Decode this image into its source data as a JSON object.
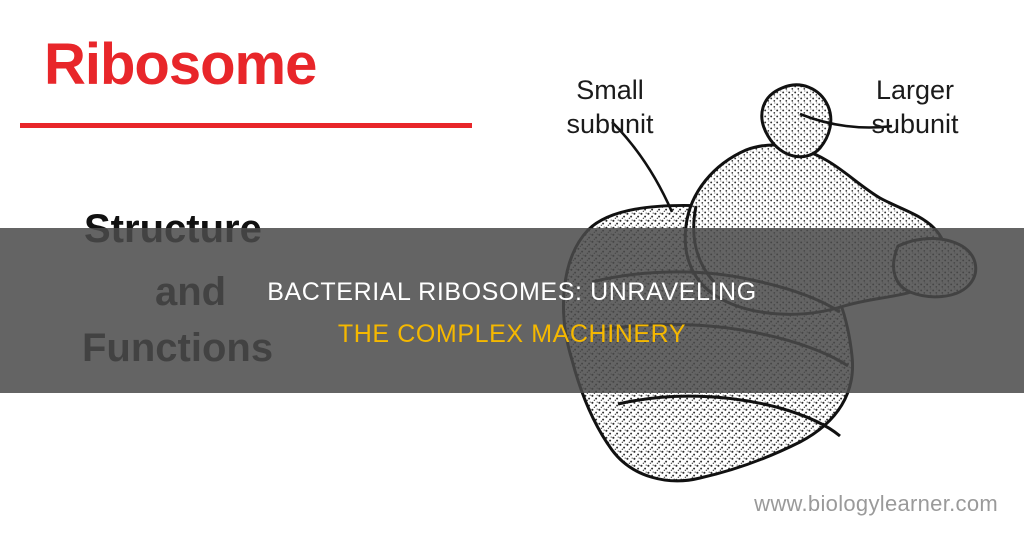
{
  "page": {
    "title_word": "Ribosome",
    "subtitle_lines": [
      "Structure",
      "and",
      "Functions"
    ],
    "watermark": "www.biologylearner.com",
    "colors": {
      "title_red": "#e8262a",
      "subtitle_black": "#111111",
      "overlay_background": "rgba(74,74,74,0.86)",
      "overlay_line1": "#ffffff",
      "overlay_line2": "#f5b800",
      "watermark_gray": "#9a9a9a"
    }
  },
  "diagram": {
    "name": "bacterial-ribosome-line-drawing",
    "labels": {
      "small_subunit": "Small\nsubunit",
      "larger_subunit": "Larger\nsubunit"
    }
  },
  "overlay": {
    "line1": "BACTERIAL RIBOSOMES: UNRAVELING",
    "line2": "THE COMPLEX MACHINERY"
  }
}
